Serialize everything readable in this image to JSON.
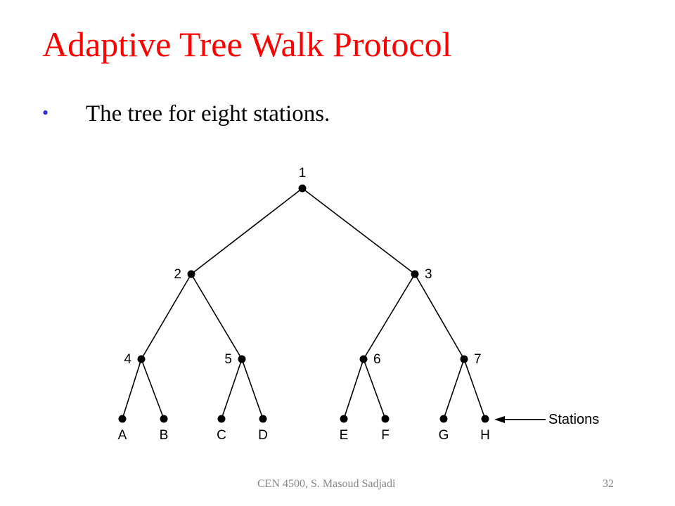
{
  "title": "Adaptive Tree Walk Protocol",
  "bullet": "The tree for eight stations.",
  "colors": {
    "title": "#ff0000",
    "bullet_dot": "#3333cc",
    "footer": "#888888"
  },
  "tree": {
    "node_labels": [
      "1",
      "2",
      "3",
      "4",
      "5",
      "6",
      "7"
    ],
    "station_labels": [
      "A",
      "B",
      "C",
      "D",
      "E",
      "F",
      "G",
      "H"
    ],
    "stations_annotation": "Stations"
  },
  "footer": {
    "author": "CEN 4500, S. Masoud Sadjadi",
    "page": "32"
  }
}
